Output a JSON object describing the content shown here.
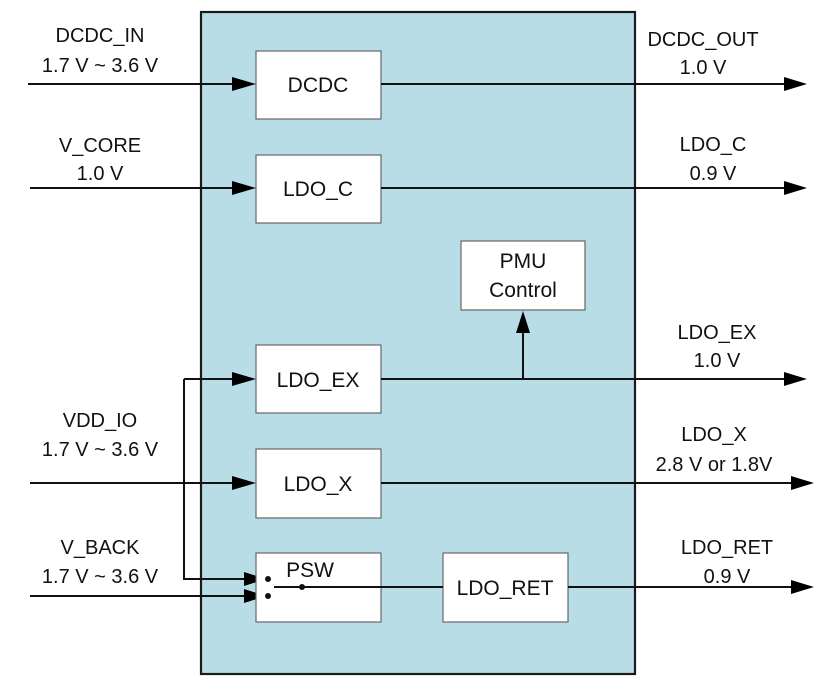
{
  "diagram": {
    "chip_fill": "#b8dde7",
    "inputs": [
      {
        "id": "dcdc_in",
        "name": "DCDC_IN",
        "value": "1.7 V ~ 3.6 V"
      },
      {
        "id": "v_core",
        "name": "V_CORE",
        "value": "1.0 V"
      },
      {
        "id": "vdd_io",
        "name": "VDD_IO",
        "value": "1.7 V ~ 3.6 V"
      },
      {
        "id": "v_back",
        "name": "V_BACK",
        "value": "1.7 V ~ 3.6 V"
      }
    ],
    "blocks": {
      "dcdc": "DCDC",
      "ldo_c": "LDO_C",
      "pmu_line1": "PMU",
      "pmu_line2": "Control",
      "ldo_ex": "LDO_EX",
      "ldo_x": "LDO_X",
      "psw": "PSW",
      "ldo_ret": "LDO_RET"
    },
    "outputs": [
      {
        "id": "dcdc_out",
        "name": "DCDC_OUT",
        "value": "1.0 V"
      },
      {
        "id": "ldo_c",
        "name": "LDO_C",
        "value": "0.9 V"
      },
      {
        "id": "ldo_ex",
        "name": "LDO_EX",
        "value": "1.0 V"
      },
      {
        "id": "ldo_x",
        "name": "LDO_X",
        "value": "2.8 V or 1.8V"
      },
      {
        "id": "ldo_ret",
        "name": "LDO_RET",
        "value": "0.9 V"
      }
    ]
  }
}
